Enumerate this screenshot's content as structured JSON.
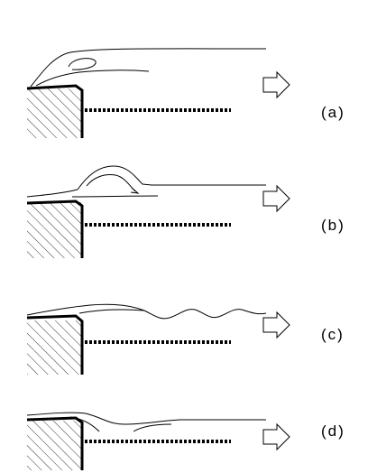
{
  "panels": [
    {
      "label": "(a)"
    },
    {
      "label": "(b)"
    },
    {
      "label": "(c)"
    },
    {
      "label": "(d)"
    }
  ],
  "colors": {
    "ink": "#000000",
    "background": "#ffffff"
  }
}
